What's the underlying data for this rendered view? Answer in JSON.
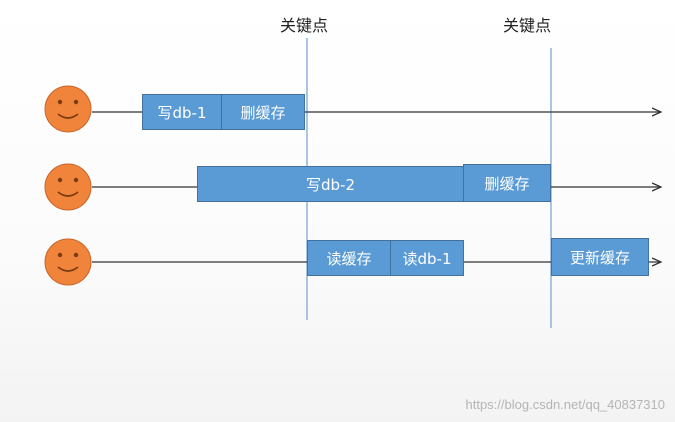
{
  "key_point_label": "关键点",
  "key_points": [
    {
      "label": "关键点"
    },
    {
      "label": "关键点"
    }
  ],
  "rows": [
    {
      "actor": "smiley-face",
      "steps": [
        "写db-1",
        "删缓存"
      ]
    },
    {
      "actor": "smiley-face",
      "steps": [
        "写db-2",
        "删缓存"
      ]
    },
    {
      "actor": "smiley-face",
      "steps": [
        "读缓存",
        "读db-1",
        "更新缓存"
      ]
    }
  ],
  "watermark": "https://blog.csdn.net/qq_40837310",
  "colors": {
    "box_fill": "#5b9bd5",
    "box_border": "#41719c",
    "face_fill": "#f0843a",
    "face_stroke": "#c9652a",
    "line": "#333333",
    "key_line": "#8fb4dc"
  }
}
